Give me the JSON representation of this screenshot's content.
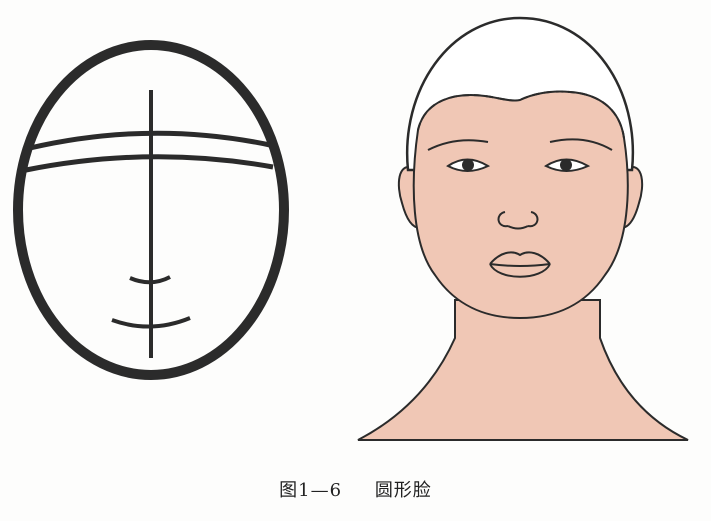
{
  "caption": {
    "figure_number": "图1—6",
    "title": "圆形脸"
  },
  "colors": {
    "outline": "#2b2b2b",
    "skin": "#f0c7b5",
    "paper": "#fdfdfc",
    "caption_text": "#222222"
  },
  "figures": {
    "left": "face-shape-schematic",
    "right": "round-face-illustration"
  }
}
